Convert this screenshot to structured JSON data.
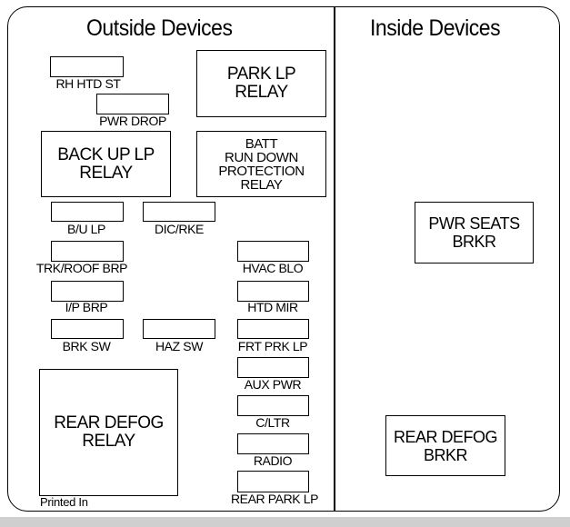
{
  "sections": {
    "outside_title": "Outside Devices",
    "inside_title": "Inside Devices"
  },
  "outside": {
    "relays": {
      "park_lp_relay": "PARK LP\nRELAY",
      "back_up_lp_relay": "BACK UP LP\nRELAY",
      "batt_run_down_relay": "BATT\nRUN DOWN\nPROTECTION\nRELAY",
      "rear_defog_relay": "REAR DEFOG\nRELAY"
    },
    "fuses": {
      "rh_htd_st": "RH HTD ST",
      "pwr_drop": "PWR DROP",
      "b_u_lp": "B/U LP",
      "dic_rke": "DIC/RKE",
      "trk_roof_brp": "TRK/ROOF BRP",
      "hvac_blo": "HVAC BLO",
      "i_p_brp": "I/P BRP",
      "htd_mir": "HTD MIR",
      "brk_sw": "BRK SW",
      "haz_sw": "HAZ SW",
      "frt_prk_lp": "FRT PRK LP",
      "aux_pwr": "AUX PWR",
      "c_ltr": "C/LTR",
      "radio": "RADIO",
      "rear_park_lp": "REAR PARK LP"
    },
    "printed_in": "Printed In"
  },
  "inside": {
    "pwr_seats_brkr": "PWR SEATS\nBRKR",
    "rear_defog_brkr": "REAR DEFOG\nBRKR"
  }
}
